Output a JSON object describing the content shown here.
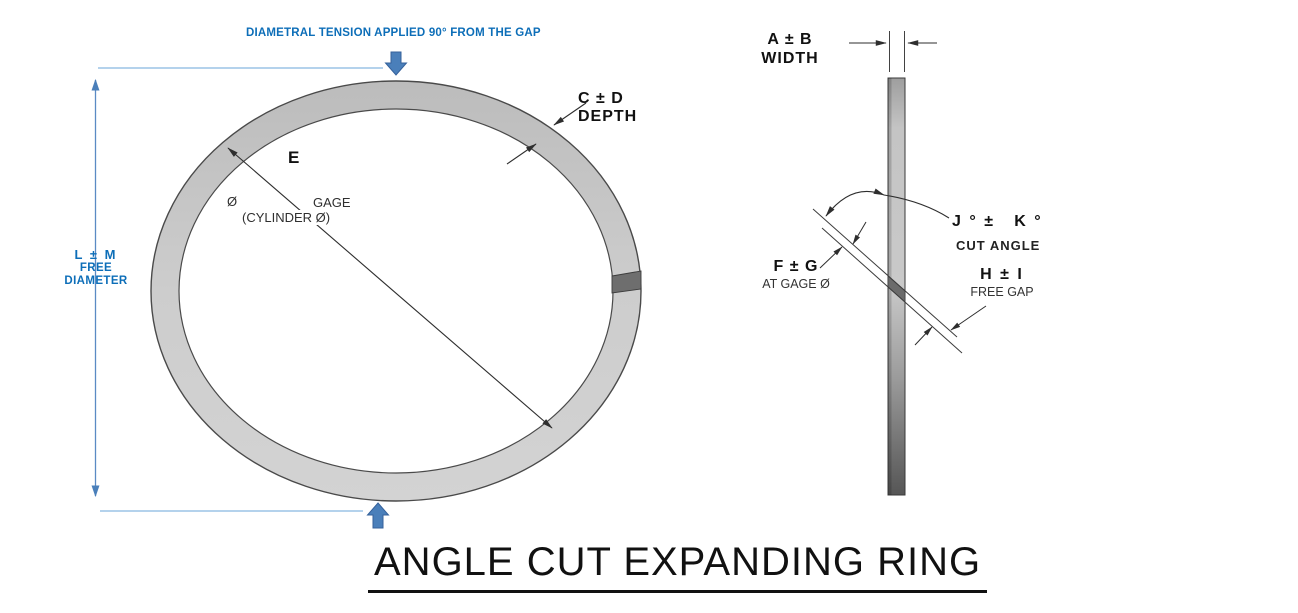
{
  "title": {
    "text": "ANGLE CUT EXPANDING RING"
  },
  "front": {
    "tension_note": "DIAMETRAL TENSION APPLIED 90° FROM THE GAP",
    "free_diameter": {
      "dim": "L ± M",
      "word1": "FREE",
      "word2": "DIAMETER"
    },
    "depth": {
      "dim": "C ± D",
      "label": "DEPTH"
    },
    "inner": {
      "point_label": "E",
      "dia_symbol": "Ø",
      "gage": "GAGE",
      "cylinder": "(CYLINDER Ø)"
    }
  },
  "side": {
    "width": {
      "dim": "A ± B",
      "label": "WIDTH"
    },
    "cut_angle": {
      "dim": "J ° ±   K °",
      "label": "CUT ANGLE"
    },
    "at_gage": {
      "dim": "F ± G",
      "label": "AT GAGE Ø"
    },
    "free_gap": {
      "dim": "H ± I",
      "label": "FREE GAP"
    }
  },
  "colors": {
    "annotation_blue": "#0d6eb8",
    "block_arrow_blue": "#4a7fba",
    "dim_line_blue": "#5b8ac4",
    "extension_line_blue": "#9cc3e5",
    "ring_gray": "#cbcbcb",
    "cut_band_gray": "#6e6e6e",
    "line_black": "#2e2e2e"
  }
}
